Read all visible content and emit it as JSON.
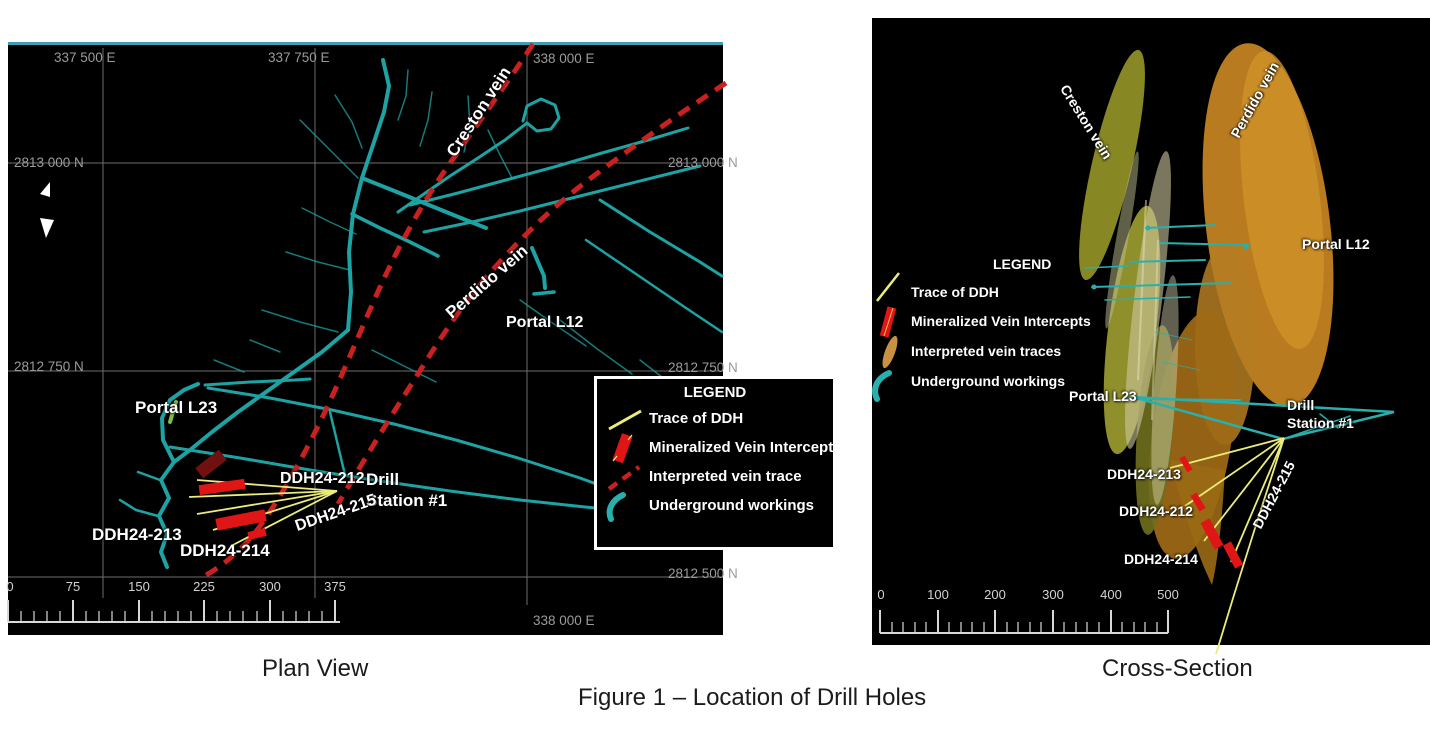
{
  "figure_caption": "Figure 1 – Location of Drill Holes",
  "plan": {
    "caption": "Plan View",
    "easting_labels": [
      "337 500 E",
      "337 750 E",
      "338 000 E"
    ],
    "northing_labels": [
      "2813 000 N",
      "2812 750 N",
      "2812 500 N"
    ],
    "bottom_easting_label": "338 000 E",
    "map_labels": {
      "creston_vein": "Creston vein",
      "perdido_vein": "Perdido vein",
      "portal_l12": "Portal L12",
      "portal_l23": "Portal L23",
      "ddh24_212": "DDH24-212",
      "ddh24_213": "DDH24-213",
      "ddh24_214": "DDH24-214",
      "ddh24_215": "DDH24-215",
      "drill_station_line1": "Drill",
      "drill_station_line2": "Station #1"
    },
    "legend": {
      "title": "LEGEND",
      "items": [
        "Trace of DDH",
        "Mineralized Vein Intercepts",
        "Interpreted vein trace",
        "Underground workings"
      ]
    },
    "scale_ticks": [
      "0",
      "75",
      "150",
      "225",
      "300",
      "375"
    ]
  },
  "section": {
    "caption": "Cross-Section",
    "map_labels": {
      "creston_vein": "Creston vein",
      "perdido_vein": "Perdido vein",
      "portal_l12": "Portal L12",
      "portal_l23": "Portal L23",
      "ddh24_212": "DDH24-212",
      "ddh24_213": "DDH24-213",
      "ddh24_214": "DDH24-214",
      "ddh24_215": "DDH24-215",
      "drill_station_line1": "Drill",
      "drill_station_line2": "Station #1"
    },
    "legend": {
      "title": "LEGEND",
      "items": [
        "Trace of DDH",
        "Mineralized Vein Intercepts",
        "Interpreted vein traces",
        "Underground workings"
      ]
    },
    "scale_ticks": [
      "0",
      "100",
      "200",
      "300",
      "400",
      "500"
    ]
  },
  "colors": {
    "panel_background": "#000000",
    "workings_teal": "#1da3a3",
    "vein_trace_red": "#c92020",
    "ddh_trace_yellow": "#ecec7a",
    "intercept_red": "#e01515",
    "grid_grey": "#9b9b9b",
    "creston_olive": "#8e8e26",
    "perdido_orange": "#c08020"
  }
}
